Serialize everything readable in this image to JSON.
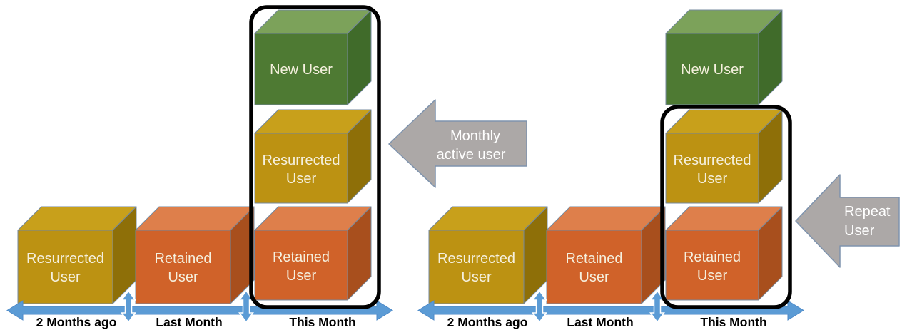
{
  "colors": {
    "gold_front": "#BC9212",
    "gold_top": "#C8A01B",
    "gold_side": "#8E6F08",
    "orange_front": "#D06229",
    "orange_top": "#DE7F4B",
    "orange_side": "#A84F1D",
    "green_front": "#4E7A33",
    "green_top": "#7CA25A",
    "green_side": "#406B2A",
    "timeline_blue": "#5B9BD5",
    "callout_gray": "#ACA8A7",
    "highlight_outline": "#000000",
    "cube_label_text": "#F5F0DE",
    "axis_label_text": "#000000",
    "callout_text": "#FFFFFF"
  },
  "left": {
    "cube_2months": {
      "line1": "Resurrected",
      "line2": "User"
    },
    "cube_lastmonth": {
      "line1": "Retained",
      "line2": "User"
    },
    "stack_retained": {
      "line1": "Retained",
      "line2": "User"
    },
    "stack_resurrected": {
      "line1": "Resurrected",
      "line2": "User"
    },
    "stack_new": {
      "line1": "New User"
    },
    "axis": {
      "months_ago": "2 Months ago",
      "last_month": "Last Month",
      "this_month": "This Month"
    },
    "callout": {
      "line1": "Monthly",
      "line2": "active user"
    }
  },
  "right": {
    "cube_2months": {
      "line1": "Resurrected",
      "line2": "User"
    },
    "cube_lastmonth": {
      "line1": "Retained",
      "line2": "User"
    },
    "stack_retained": {
      "line1": "Retained",
      "line2": "User"
    },
    "stack_resurrected": {
      "line1": "Resurrected",
      "line2": "User"
    },
    "stack_new": {
      "line1": "New User"
    },
    "axis": {
      "months_ago": "2 Months ago",
      "last_month": "Last Month",
      "this_month": "This Month"
    },
    "callout": {
      "line1": "Repeat",
      "line2": "User"
    }
  }
}
